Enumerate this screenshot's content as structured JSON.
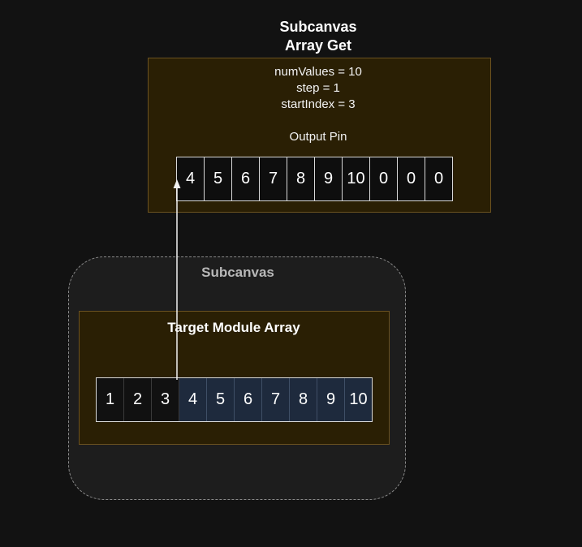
{
  "title": {
    "line1": "Subcanvas",
    "line2": "Array Get"
  },
  "params": {
    "num_values": "numValues = 10",
    "step": "step = 1",
    "start_index": "startIndex = 3"
  },
  "output_pin_label": "Output Pin",
  "output_values": [
    "4",
    "5",
    "6",
    "7",
    "8",
    "9",
    "10",
    "0",
    "0",
    "0"
  ],
  "subcanvas_label": "Subcanvas",
  "target_label": "Target Module Array",
  "target_values": [
    "1",
    "2",
    "3",
    "4",
    "5",
    "6",
    "7",
    "8",
    "9",
    "10"
  ],
  "selected_start": 3,
  "colors": {
    "background": "#121212",
    "module_fill": "#2a1f04",
    "module_border": "#6b5220",
    "selected_cell": "#1e2a3d"
  }
}
